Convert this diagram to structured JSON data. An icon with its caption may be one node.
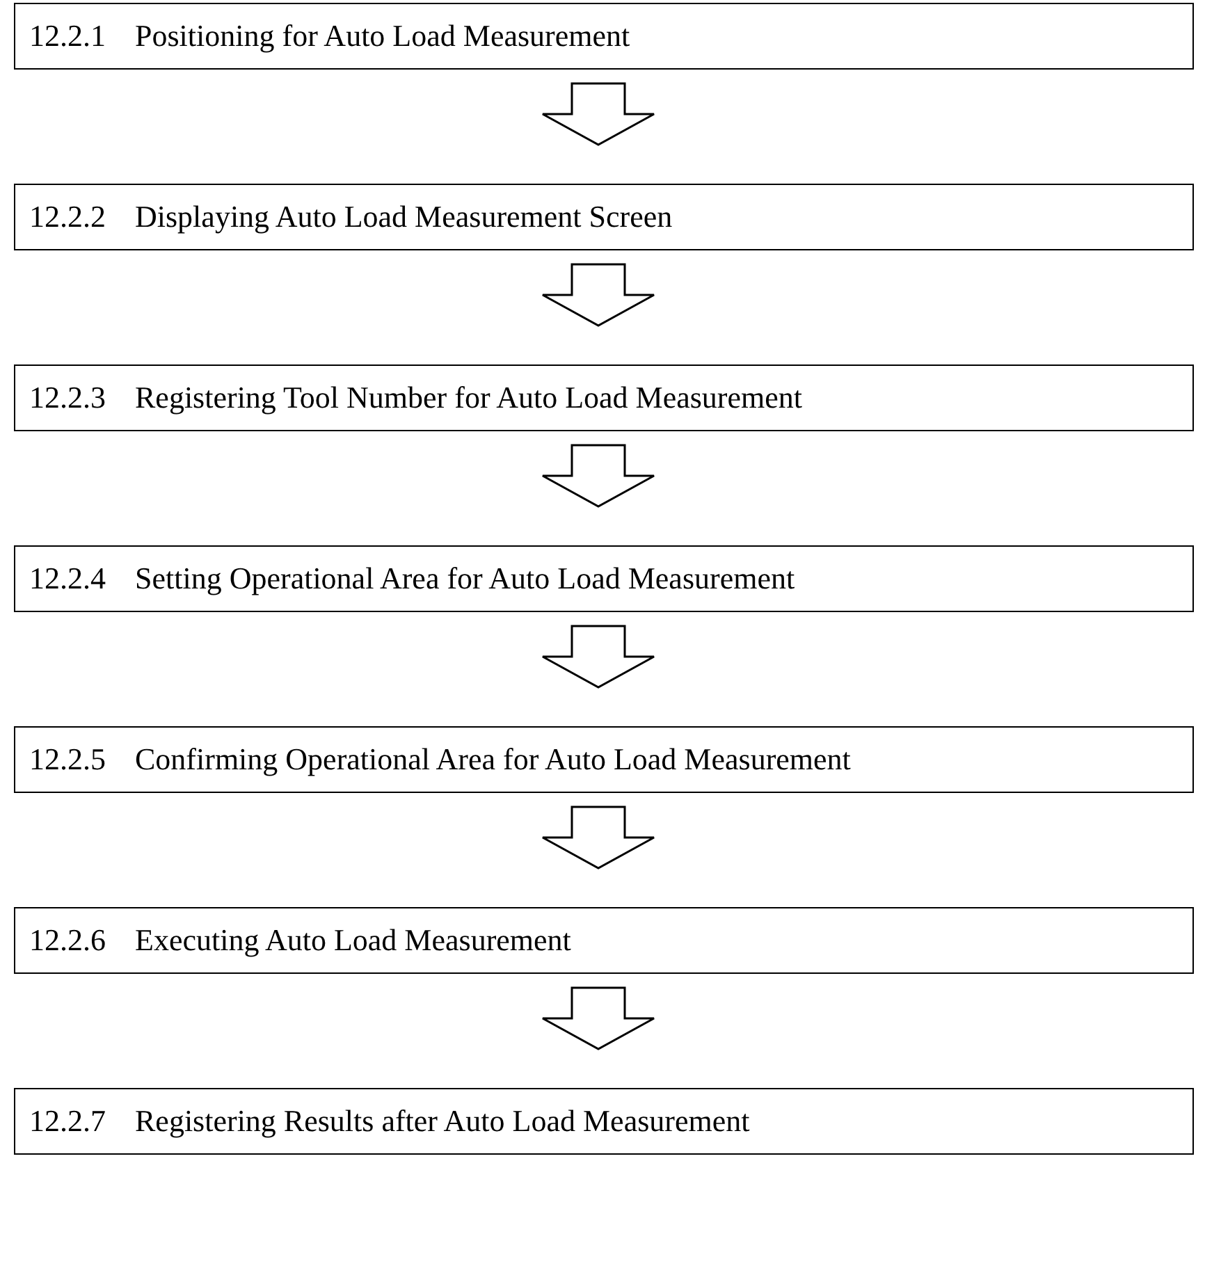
{
  "diagram": {
    "nodes": [
      {
        "text": [
          "12.2.1",
          "Positioning for Auto Load Measurement"
        ]
      },
      {
        "text": [
          "12.2.2",
          "Displaying Auto Load Measurement Screen"
        ]
      },
      {
        "text": [
          "12.2.3",
          "Registering Tool Number for Auto Load Measurement"
        ]
      },
      {
        "text": [
          "12.2.4",
          "Setting Operational Area for Auto Load Measurement"
        ]
      },
      {
        "text": [
          "12.2.5",
          "Confirming Operational Area for Auto Load Measurement"
        ]
      },
      {
        "text": [
          "12.2.6",
          "Executing Auto Load Measurement"
        ]
      },
      {
        "text": [
          "12.2.7",
          "Registering Results after Auto Load Measurement"
        ]
      }
    ],
    "edges": [
      {
        "from": 0,
        "to": 1,
        "arrow": "to"
      },
      {
        "from": 1,
        "to": 2,
        "arrow": "to"
      },
      {
        "from": 2,
        "to": 3,
        "arrow": "to"
      },
      {
        "from": 3,
        "to": 4,
        "arrow": "to"
      },
      {
        "from": 4,
        "to": 5,
        "arrow": "to"
      },
      {
        "from": 5,
        "to": 6,
        "arrow": "to"
      }
    ]
  }
}
